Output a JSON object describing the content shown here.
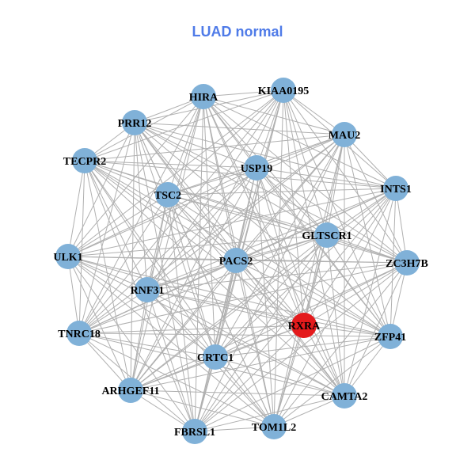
{
  "title": "LUAD normal",
  "colors": {
    "title": "#4f7be8",
    "node": "#80b1d8",
    "highlight_node": "#e41a1c",
    "edge": "#b0b0b0"
  },
  "nodes": [
    {
      "id": "HIRA",
      "highlight": false
    },
    {
      "id": "KIAA0195",
      "highlight": false
    },
    {
      "id": "PRR12",
      "highlight": false
    },
    {
      "id": "MAU2",
      "highlight": false
    },
    {
      "id": "USP19",
      "highlight": false
    },
    {
      "id": "TECPR2",
      "highlight": false
    },
    {
      "id": "TSC2",
      "highlight": false
    },
    {
      "id": "INTS1",
      "highlight": false
    },
    {
      "id": "GLTSCR1",
      "highlight": false
    },
    {
      "id": "ULK1",
      "highlight": false
    },
    {
      "id": "PACS2",
      "highlight": false
    },
    {
      "id": "ZC3H7B",
      "highlight": false
    },
    {
      "id": "RNF31",
      "highlight": false
    },
    {
      "id": "RXRA",
      "highlight": true
    },
    {
      "id": "TNRC18",
      "highlight": false
    },
    {
      "id": "ZFP41",
      "highlight": false
    },
    {
      "id": "CRTC1",
      "highlight": false
    },
    {
      "id": "ARHGEF11",
      "highlight": false
    },
    {
      "id": "CAMTA2",
      "highlight": false
    },
    {
      "id": "TOM1L2",
      "highlight": false
    },
    {
      "id": "FBRSL1",
      "highlight": false
    }
  ],
  "edge_mode": "complete"
}
